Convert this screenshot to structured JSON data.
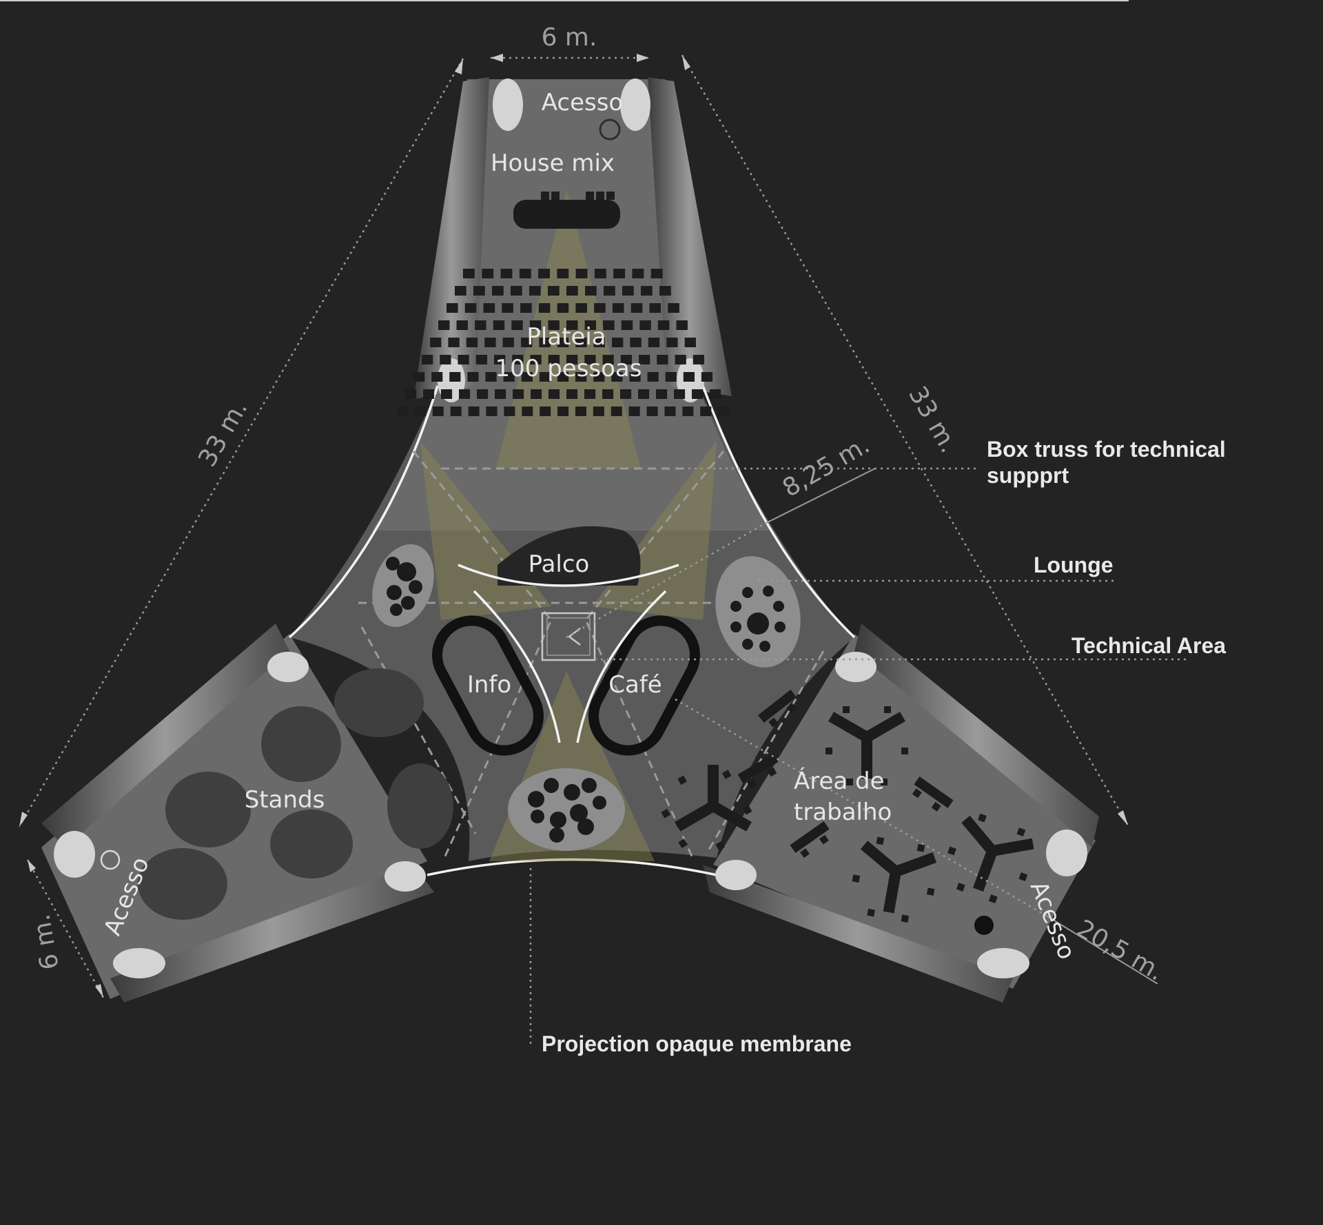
{
  "zones": {
    "acesso_top": "Acesso",
    "house_mix": "House mix",
    "plateia_line1": "Plateia",
    "plateia_line2": "100 pessoas",
    "palco": "Palco",
    "info": "Info",
    "cafe": "Café",
    "stands": "Stands",
    "area_trabalho_line1": "Área de",
    "area_trabalho_line2": "trabalho",
    "acesso_left": "Acesso",
    "acesso_right": "Acesso"
  },
  "dimensions": {
    "top_width": "6 m.",
    "left_side": "33 m.",
    "right_side": "33 m.",
    "radius": "8,25 m.",
    "arm_length": "20,5 m.",
    "bottom_left_width": "6 m."
  },
  "annotations": {
    "box_truss_line1": "Box truss for technical",
    "box_truss_line2": "suppprt",
    "lounge": "Lounge",
    "technical_area": "Technical Area",
    "projection_membrane": "Projection opaque membrane"
  },
  "colors": {
    "background": "#232323",
    "membrane": "#6a6a6a",
    "light_cone": "#8c8a52",
    "label": "#e9e9e9"
  }
}
